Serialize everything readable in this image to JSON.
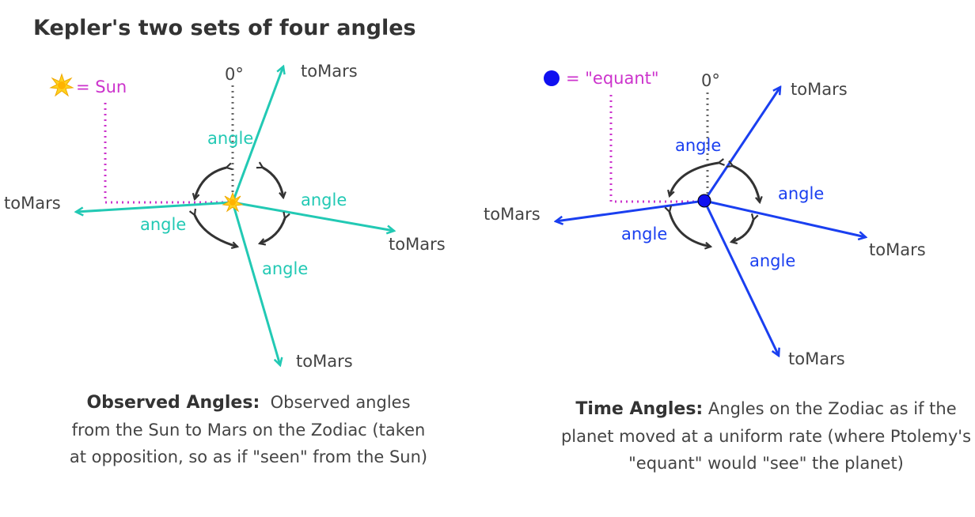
{
  "title": "Kepler's two sets of four angles",
  "left_diagram": {
    "legend_label": "= Sun",
    "zero_label": "0°",
    "angle_label": "angle",
    "to_mars_label": "toMars",
    "caption_heading": "Observed Angles:",
    "caption_body": "Observed angles from the Sun to Mars on the Zodiac (taken at opposition, so as if \"seen\" from the Sun)",
    "icon": "sun-icon",
    "line_color": "#22c9b4"
  },
  "right_diagram": {
    "legend_label": "= \"equant\"",
    "zero_label": "0°",
    "angle_label": "angle",
    "to_mars_label": "toMars",
    "caption_heading": "Time Angles:",
    "caption_body": "Angles on the Zodiac as if the planet moved at a uniform rate (where Ptolemy's \"equant\" would \"see\" the planet)",
    "icon": "equant-dot-icon",
    "line_color": "#1a3ff0"
  },
  "colors": {
    "magenta": "#cc33cc",
    "arc": "#333333",
    "dotted_gray": "#666666"
  }
}
